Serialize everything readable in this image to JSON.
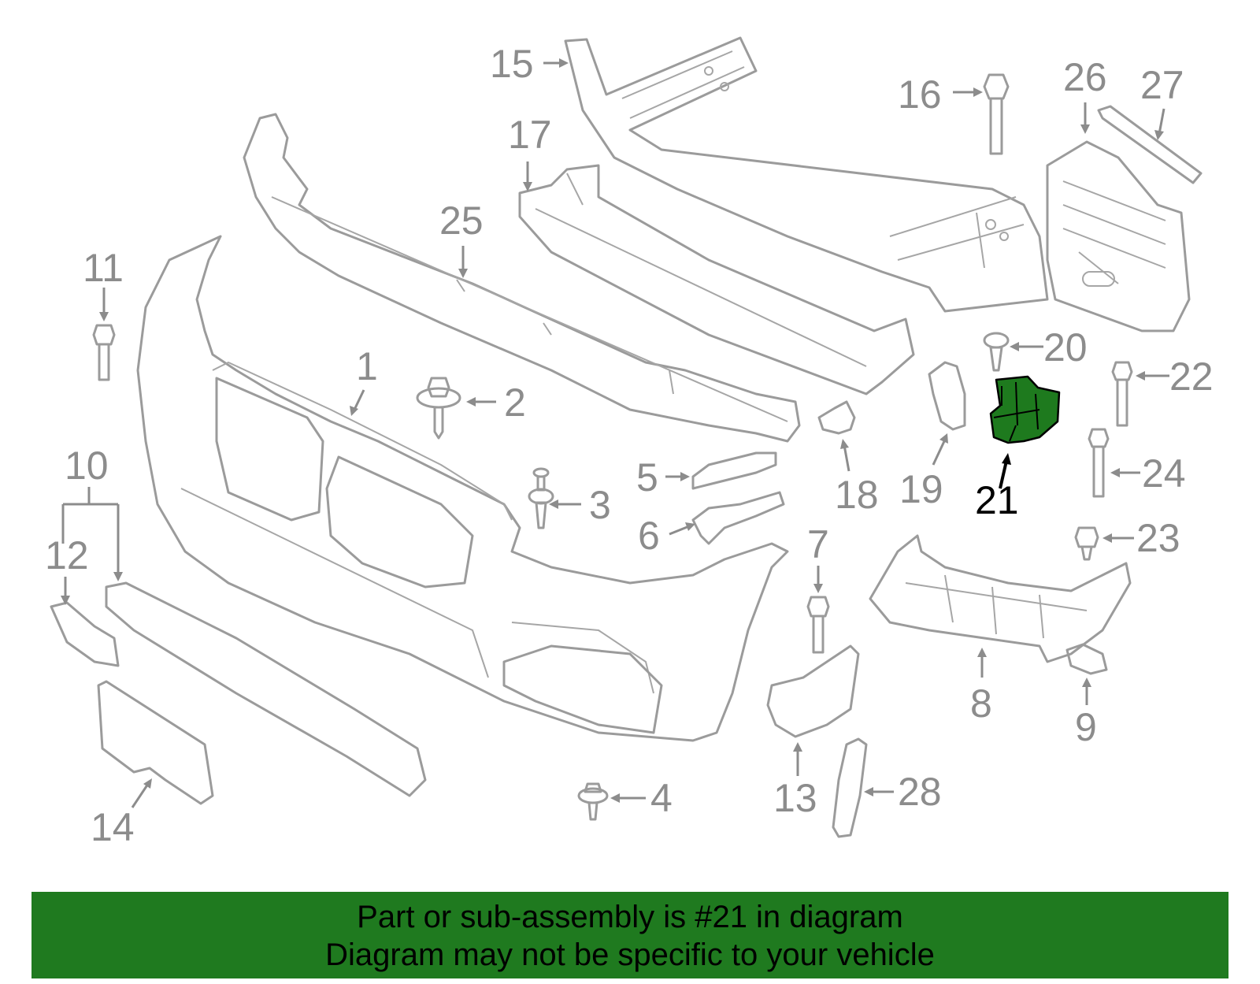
{
  "callouts": [
    {
      "label": "1"
    },
    {
      "label": "2"
    },
    {
      "label": "3"
    },
    {
      "label": "4"
    },
    {
      "label": "5"
    },
    {
      "label": "6"
    },
    {
      "label": "7"
    },
    {
      "label": "8"
    },
    {
      "label": "9"
    },
    {
      "label": "10"
    },
    {
      "label": "11"
    },
    {
      "label": "12"
    },
    {
      "label": "13"
    },
    {
      "label": "14"
    },
    {
      "label": "15"
    },
    {
      "label": "16"
    },
    {
      "label": "17"
    },
    {
      "label": "18"
    },
    {
      "label": "19"
    },
    {
      "label": "20"
    },
    {
      "label": "21"
    },
    {
      "label": "22"
    },
    {
      "label": "23"
    },
    {
      "label": "24"
    },
    {
      "label": "25"
    },
    {
      "label": "26"
    },
    {
      "label": "27"
    },
    {
      "label": "28"
    }
  ],
  "highlighted_part": "21",
  "colors": {
    "line_art": "#9b9b9b",
    "highlight_fill": "#1e7a1e",
    "banner_bg": "#1f7a1f",
    "banner_text": "#000000"
  },
  "banner": {
    "line1": "Part or sub-assembly is #21 in diagram",
    "line2": "Diagram may not be specific to your vehicle"
  }
}
